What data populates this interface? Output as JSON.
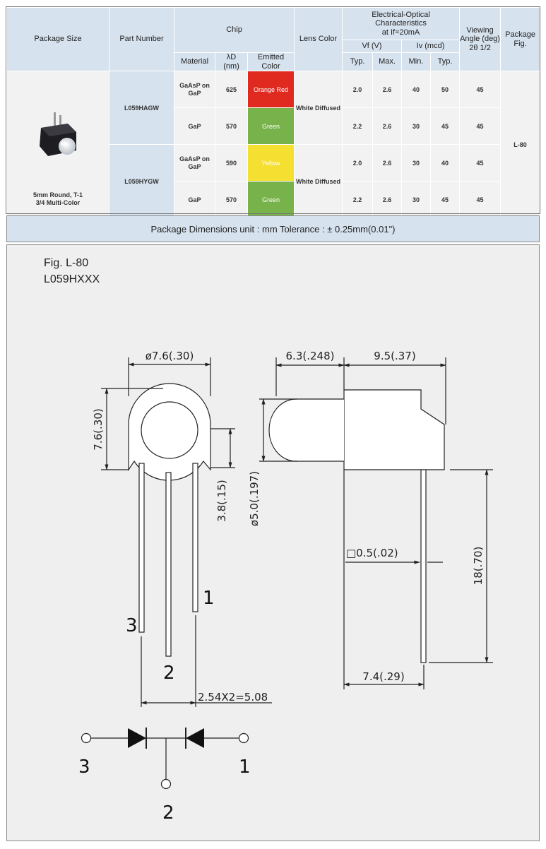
{
  "header": {
    "package_size": "Package Size",
    "part_number": "Part Number",
    "chip": "Chip",
    "material": "Material",
    "lambda_d": "λD",
    "lambda_unit": "(nm)",
    "emitted_color": "Emitted Color",
    "lens_color": "Lens Color",
    "eo_line1": "Electrical-Optical",
    "eo_line2": "Characteristics",
    "eo_line3": "at If=20mA",
    "vf": "Vf (V)",
    "iv": "Iv (mcd)",
    "typ": "Typ.",
    "max": "Max.",
    "min": "Min.",
    "typ2": "Typ.",
    "viewing_angle": "Viewing Angle (deg) 2θ 1/2",
    "package_fig": "Package Fig."
  },
  "package": {
    "name_line1": "5mm Round, T-1",
    "name_line2": "3/4 Multi-Color",
    "fig": "L-80"
  },
  "parts": [
    {
      "part": "L059HAGW",
      "lens": "White Diffused",
      "rows": [
        {
          "material": "GaAsP on GaP",
          "nm": "625",
          "color": "Orange Red",
          "swatch": "#e02a20",
          "text_color": "#ffffff",
          "vf_typ": "2.0",
          "vf_max": "2.6",
          "iv_min": "40",
          "iv_typ": "50",
          "angle": "45"
        },
        {
          "material": "GaP",
          "nm": "570",
          "color": "Green",
          "swatch": "#77b24a",
          "text_color": "#ffffff",
          "vf_typ": "2.2",
          "vf_max": "2.6",
          "iv_min": "30",
          "iv_typ": "45",
          "angle": "45"
        }
      ]
    },
    {
      "part": "L059HYGW",
      "lens": "White Diffused",
      "rows": [
        {
          "material": "GaAsP on GaP",
          "nm": "590",
          "color": "Yellow",
          "swatch": "#f5df30",
          "text_color": "#ffffff",
          "vf_typ": "2.0",
          "vf_max": "2.6",
          "iv_min": "30",
          "iv_typ": "40",
          "angle": "45"
        },
        {
          "material": "GaP",
          "nm": "570",
          "color": "Green",
          "swatch": "#77b24a",
          "text_color": "#ffffff",
          "vf_typ": "2.2",
          "vf_max": "2.6",
          "iv_min": "30",
          "iv_typ": "45",
          "angle": "45"
        }
      ]
    }
  ],
  "dimensions_band": "Package Dimensions   unit : mm  Tolerance : ± 0.25mm(0.01\")",
  "figure": {
    "fig_label": "Fig. L-80",
    "part_series": "L059HXXX",
    "dim_width": "ø7.6(.30)",
    "dim_height": "7.6(.30)",
    "dim_pin_offset": "3.8(.15)",
    "dim_lens_len": "6.3(.248)",
    "dim_body_len": "9.5(.37)",
    "dim_lens_dia": "ø5.0(.197)",
    "dim_lead_sq": "□0.5(.02)",
    "dim_lead_len": "18(.70)",
    "dim_bottom": "7.4(.29)",
    "dim_pitch": "2.54X2=5.08",
    "pin1": "1",
    "pin2": "2",
    "pin3": "3",
    "sch_pin1": "1",
    "sch_pin2": "2",
    "sch_pin3": "3"
  }
}
